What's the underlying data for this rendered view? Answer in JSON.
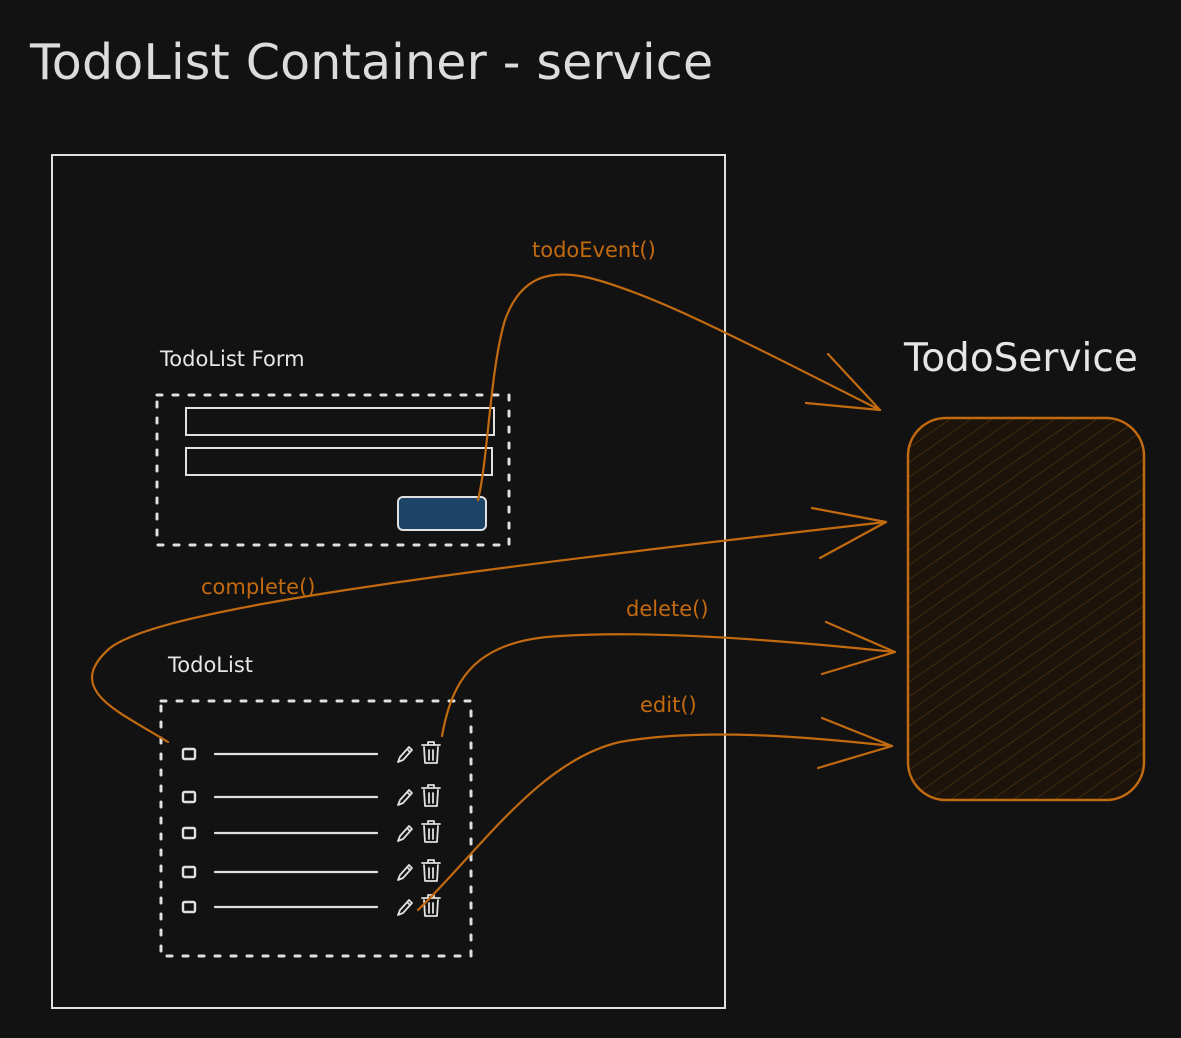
{
  "diagram": {
    "title": "TodoList Container - service",
    "form_label": "TodoList Form",
    "list_label": "TodoList",
    "service_label": "TodoService",
    "calls": {
      "todo_event": "todoEvent()",
      "complete": "complete()",
      "delete": "delete()",
      "edit": "edit()"
    },
    "list_item_count": 5,
    "icons": {
      "checkbox": "checkbox-icon",
      "edit": "pencil-icon",
      "delete": "trash-icon"
    }
  },
  "colors": {
    "background": "#121212",
    "stroke": "#e0e0e0",
    "accent": "#c26a0f",
    "service_fill": "#2a1d10",
    "submit_button": "#1b4467"
  }
}
